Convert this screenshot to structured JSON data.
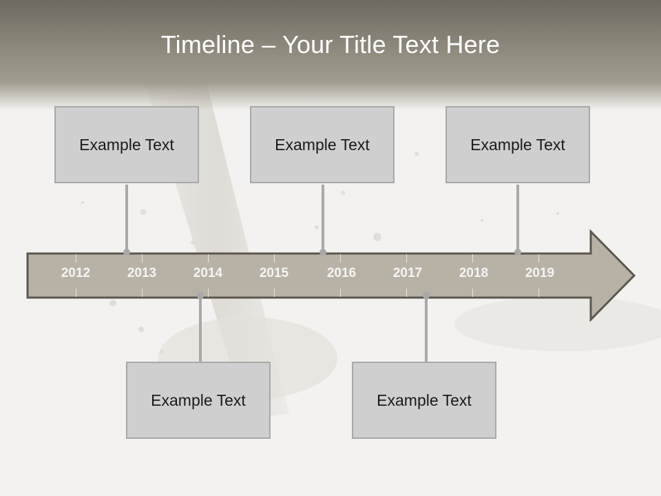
{
  "title": "Timeline – Your Title Text Here",
  "years": [
    "2012",
    "2013",
    "2014",
    "2015",
    "2016",
    "2017",
    "2018",
    "2019"
  ],
  "events_top": [
    {
      "label": "Example Text"
    },
    {
      "label": "Example Text"
    },
    {
      "label": "Example Text"
    }
  ],
  "events_bottom": [
    {
      "label": "Example Text"
    },
    {
      "label": "Example Text"
    }
  ],
  "colors": {
    "arrow_fill": "#b8b2a6",
    "arrow_stroke": "#5b574d",
    "box_fill": "#cfcfcf",
    "box_border": "#a8a8a8",
    "title_band": "#8f8a7e"
  }
}
